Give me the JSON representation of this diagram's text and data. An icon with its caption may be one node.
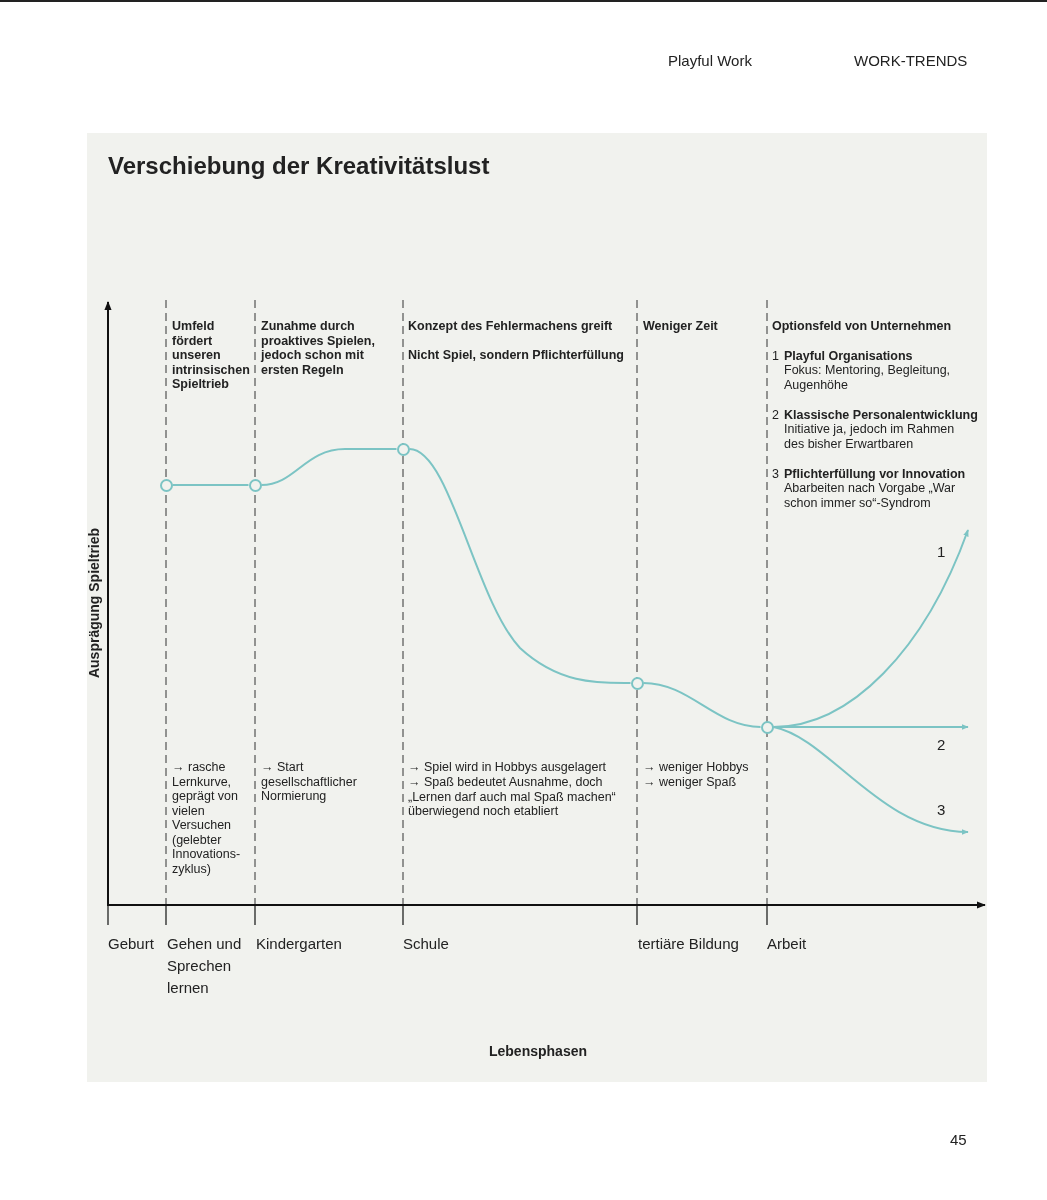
{
  "diagram": {
    "title": "Verschiebung der Kreativitätslust",
    "nodes": [
      {
        "text": [],
        "shape": "circle"
      },
      {
        "text": [],
        "shape": "circle"
      },
      {
        "text": [],
        "shape": "circle"
      },
      {
        "text": [],
        "shape": "circle"
      },
      {
        "text": [],
        "shape": "circle"
      }
    ],
    "edges": [
      {
        "from": 0,
        "to": 1,
        "arrow": "none"
      },
      {
        "from": 1,
        "to": 2,
        "arrow": "none"
      },
      {
        "from": 2,
        "to": 3,
        "arrow": "none"
      },
      {
        "from": 3,
        "to": 4,
        "arrow": "none"
      },
      {
        "from": 4,
        "to": null,
        "arrow": "to",
        "label": "1"
      },
      {
        "from": 4,
        "to": null,
        "arrow": "to",
        "label": "2"
      },
      {
        "from": 4,
        "to": null,
        "arrow": "to",
        "label": "3"
      }
    ],
    "labels": [
      "Playful Work",
      "WORK-TRENDS",
      "Ausprägung Spieltrieb",
      "Umfeld fördert unseren intrinsischen Spieltrieb",
      "Zunahme durch proaktives Spielen, jedoch schon mit ersten Regeln",
      "Konzept des Fehlermachens greift",
      "Nicht Spiel, sondern Pflichterfüllung",
      "Weniger Zeit",
      "Optionsfeld von Unternehmen",
      "1",
      "Playful Organisations",
      "Fokus: Mentoring, Begleitung, Augenhöhe",
      "2",
      "Klassische Personalentwicklung",
      "Initiative ja, jedoch im Rahmen des bisher Erwartbaren",
      "3",
      "Pflichterfüllung vor Innovation",
      "Abarbeiten nach Vorgabe „War schon immer so“-Syndrom",
      "→ rasche Lernkurve, geprägt von vielen Versuchen (gelebter Innovations-zyklus)",
      "→ Start gesellschaftlicher Normierung",
      "→ Spiel wird in Hobbys ausgelagert",
      "→ Spaß bedeutet Ausnahme, doch „Lernen darf auch mal Spaß machen“ überwiegend noch etabliert",
      "→ weniger Hobbys",
      "→ weniger Spaß",
      "Geburt",
      "Gehen und Sprechen lernen",
      "Kindergarten",
      "Schule",
      "tertiäre Bildung",
      "Arbeit",
      "Lebensphasen",
      "45"
    ]
  }
}
